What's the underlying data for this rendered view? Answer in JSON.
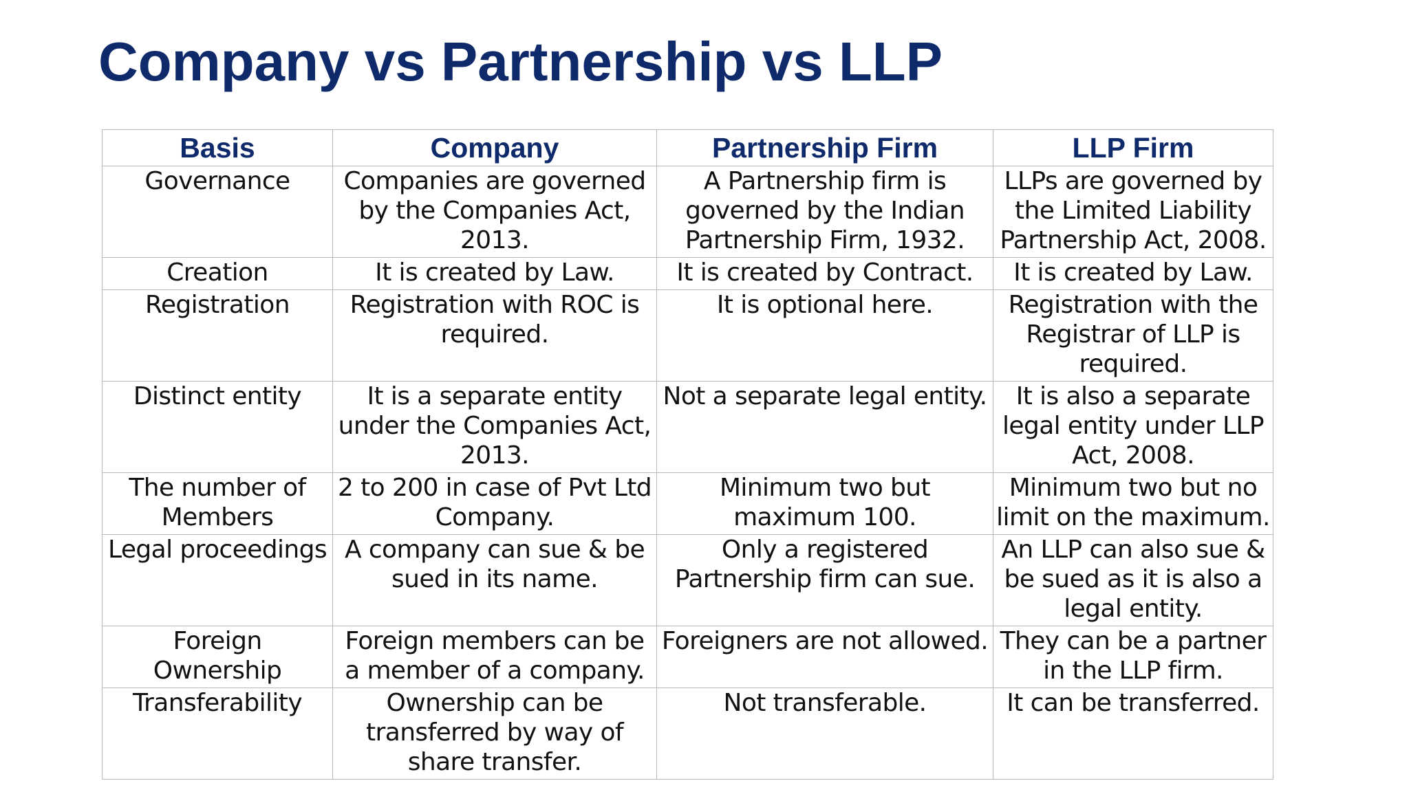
{
  "slide": {
    "title": "Company vs Partnership vs LLP"
  },
  "table": {
    "headers": [
      "Basis",
      "Company",
      "Partnership Firm",
      "LLP Firm"
    ],
    "rows": [
      [
        "Governance",
        "Companies are governed by the Companies Act, 2013.",
        "A Partnership firm is governed by the Indian Partnership Firm, 1932.",
        "LLPs are governed by the Limited Liability Partnership Act, 2008."
      ],
      [
        "Creation",
        "It is created by Law.",
        "It is created by Contract.",
        "It is created by Law."
      ],
      [
        "Registration",
        "Registration with ROC is required.",
        "It is optional here.",
        "Registration with the Registrar of LLP is required."
      ],
      [
        "Distinct entity",
        "It is a separate entity under the Companies Act, 2013.",
        "Not a separate legal entity.",
        "It is also a separate legal entity under LLP Act, 2008."
      ],
      [
        "The number of Members",
        "2 to 200 in case of Pvt Ltd Company.",
        "Minimum two but maximum 100.",
        "Minimum two but no limit on the maximum."
      ],
      [
        "Legal proceedings",
        "A company can sue & be sued in its name.",
        "Only a registered Partnership firm can sue.",
        "An LLP can also sue & be sued as it is also a legal entity."
      ],
      [
        "Foreign Ownership",
        "Foreign members can be a member of a company.",
        "Foreigners are not allowed.",
        "They can be a partner in the LLP firm."
      ],
      [
        "Transferability",
        "Ownership can be transferred by way of share transfer.",
        "Not transferable.",
        "It can be transferred."
      ]
    ]
  },
  "colors": {
    "heading": "#0f2a6b",
    "text": "#111111",
    "border": "#b9b9b9"
  }
}
